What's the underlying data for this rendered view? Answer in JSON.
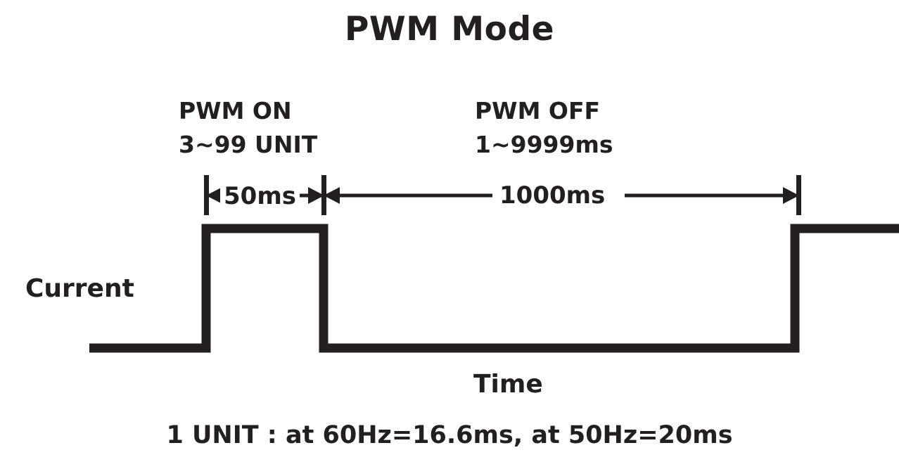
{
  "title": "PWM Mode",
  "labels": {
    "current": "Current",
    "time": "Time"
  },
  "phases": [
    {
      "name": "PWM ON",
      "range": "3~99 UNIT",
      "duration": "50ms"
    },
    {
      "name": "PWM OFF",
      "range": "1~9999ms",
      "duration": "1000ms"
    }
  ],
  "dimensions": {
    "on_time": "50ms",
    "off_time": "1000ms"
  },
  "footnote": "1 UNIT : at 60Hz=16.6ms, at 50Hz=20ms",
  "colors": {
    "stroke": "#231f20",
    "background": "#ffffff"
  },
  "chart_data": {
    "type": "line",
    "title": "PWM Mode",
    "xlabel": "Time",
    "ylabel": "Current",
    "waveform": "square-pulse",
    "points": [
      {
        "t": 0,
        "level": 0
      },
      {
        "t": 0,
        "level": 0
      },
      {
        "t": 293,
        "level": 0
      },
      {
        "t": 293,
        "level": 1
      },
      {
        "t": 460,
        "level": 1
      },
      {
        "t": 460,
        "level": 0
      },
      {
        "t": 1130,
        "level": 0
      },
      {
        "t": 1130,
        "level": 1
      },
      {
        "t": 1278,
        "level": 1
      }
    ],
    "annotations": [
      {
        "label": "50ms",
        "from": 293,
        "to": 460,
        "meaning": "PWM ON duration"
      },
      {
        "label": "1000ms",
        "from": 460,
        "to": 1135,
        "meaning": "PWM OFF duration"
      }
    ],
    "legend": []
  }
}
